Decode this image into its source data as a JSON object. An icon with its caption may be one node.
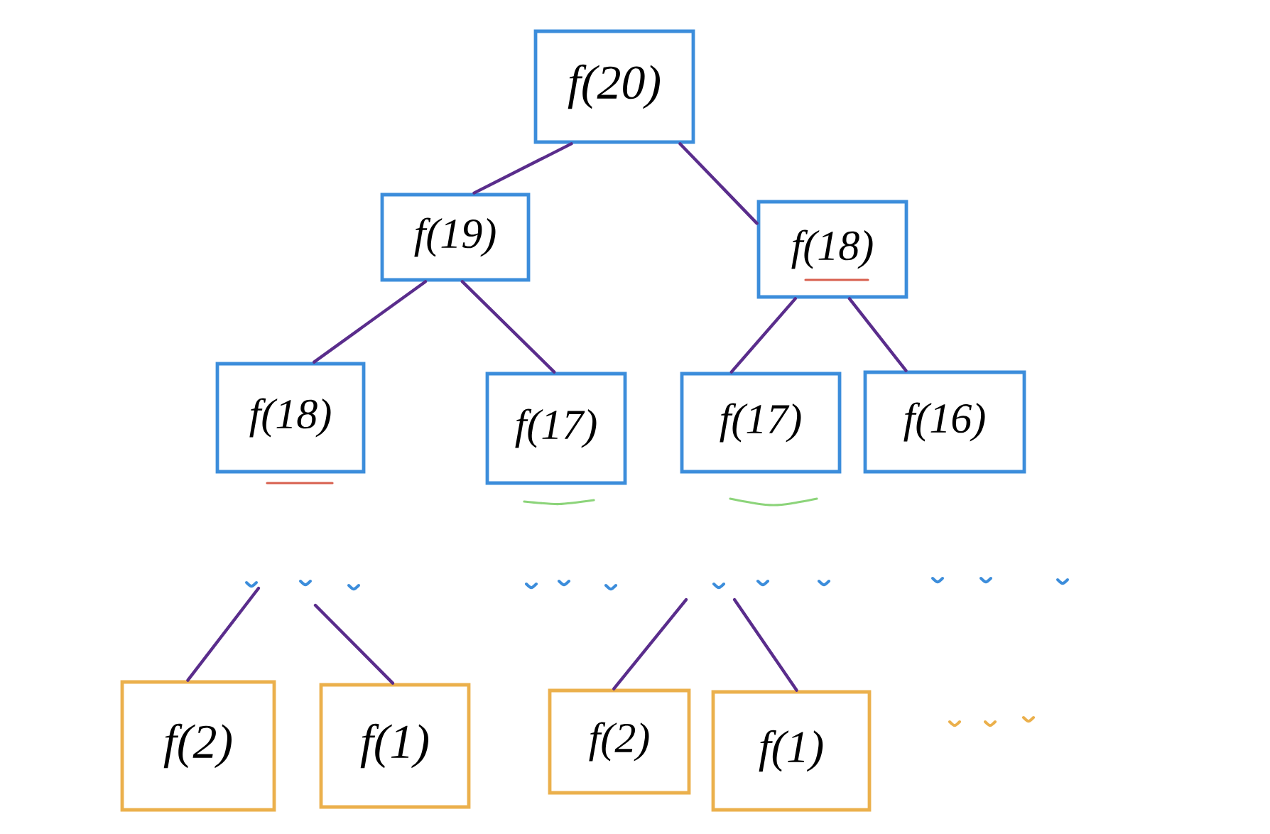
{
  "diagram": {
    "nodes": [
      {
        "text": [
          "f(20)"
        ]
      },
      {
        "text": [
          "f(19)"
        ]
      },
      {
        "text": [
          "f(18)"
        ]
      },
      {
        "text": [
          "f(18)"
        ]
      },
      {
        "text": [
          "f(17)"
        ]
      },
      {
        "text": [
          "f(17)"
        ]
      },
      {
        "text": [
          "f(16)"
        ]
      },
      {
        "text": [
          "f(2)"
        ]
      },
      {
        "text": [
          "f(1)"
        ]
      },
      {
        "text": [
          "f(2)"
        ]
      },
      {
        "text": [
          "f(1)"
        ]
      }
    ],
    "edges": [
      {
        "from": 0,
        "to": 1,
        "arrow": "none"
      },
      {
        "from": 0,
        "to": 2,
        "arrow": "none"
      },
      {
        "from": 1,
        "to": 3,
        "arrow": "none"
      },
      {
        "from": 1,
        "to": 4,
        "arrow": "none"
      },
      {
        "from": 2,
        "to": 5,
        "arrow": "none"
      },
      {
        "from": 2,
        "to": 6,
        "arrow": "none"
      },
      {
        "from": null,
        "to": 7,
        "arrow": "none"
      },
      {
        "from": null,
        "to": 8,
        "arrow": "none"
      },
      {
        "from": null,
        "to": 9,
        "arrow": "none"
      },
      {
        "from": null,
        "to": 10,
        "arrow": "none"
      }
    ]
  }
}
